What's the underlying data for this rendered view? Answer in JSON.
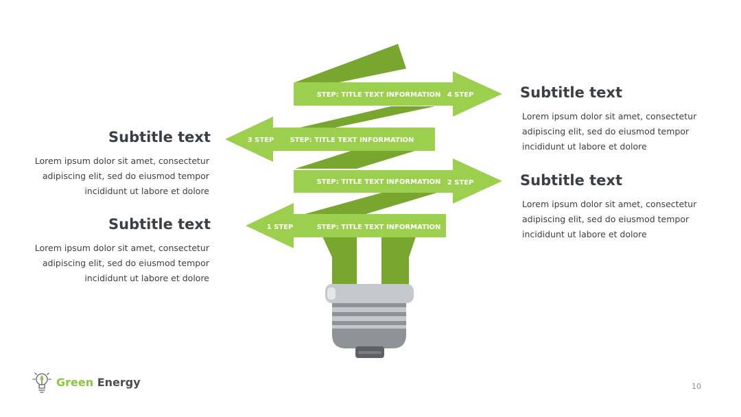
{
  "steps": [
    {
      "number": "4 STEP",
      "title": "STEP: TITLE TEXT INFORMATION"
    },
    {
      "number": "3 STEP",
      "title": "STEP: TITLE TEXT INFORMATION"
    },
    {
      "number": "2 STEP",
      "title": "STEP: TITLE TEXT INFORMATION"
    },
    {
      "number": "1 STEP",
      "title": "STEP: TITLE TEXT INFORMATION"
    }
  ],
  "callouts": {
    "right_top": {
      "title": "Subtitle text",
      "body": "Lorem ipsum dolor sit amet, consectetur adipiscing elit, sed do eiusmod tempor incididunt ut labore et dolore"
    },
    "left_top": {
      "title": "Subtitle text",
      "body": "Lorem ipsum dolor sit amet, consectetur adipiscing elit, sed do eiusmod tempor incididunt ut labore et dolore"
    },
    "right_bottom": {
      "title": "Subtitle text",
      "body": "Lorem ipsum dolor sit amet, consectetur adipiscing elit, sed do eiusmod tempor incididunt ut labore et dolore"
    },
    "left_bottom": {
      "title": "Subtitle text",
      "body": "Lorem ipsum dolor sit amet, consectetur adipiscing elit, sed do eiusmod tempor incididunt ut labore et dolore"
    }
  },
  "brand": {
    "word1": "Green",
    "word2": "Energy",
    "icon": "lightbulb-icon"
  },
  "page_number": "10",
  "colors": {
    "arrow": "#9ccf4e",
    "spiral_dark": "#78a62e",
    "text_dark": "#3b3e42",
    "base_light": "#c5c8cc",
    "base_mid": "#8f9398",
    "base_dark": "#5d6166"
  }
}
